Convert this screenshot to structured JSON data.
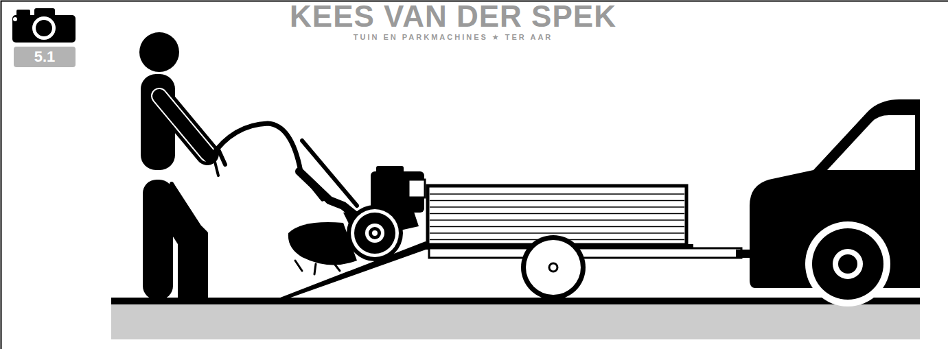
{
  "diagram": {
    "nodes": [
      {
        "text": [
          "5.1"
        ]
      }
    ],
    "labels": [
      "KEES VAN DER SPEK",
      "TUIN EN PARKMACHINES ★ TER AAR"
    ]
  }
}
